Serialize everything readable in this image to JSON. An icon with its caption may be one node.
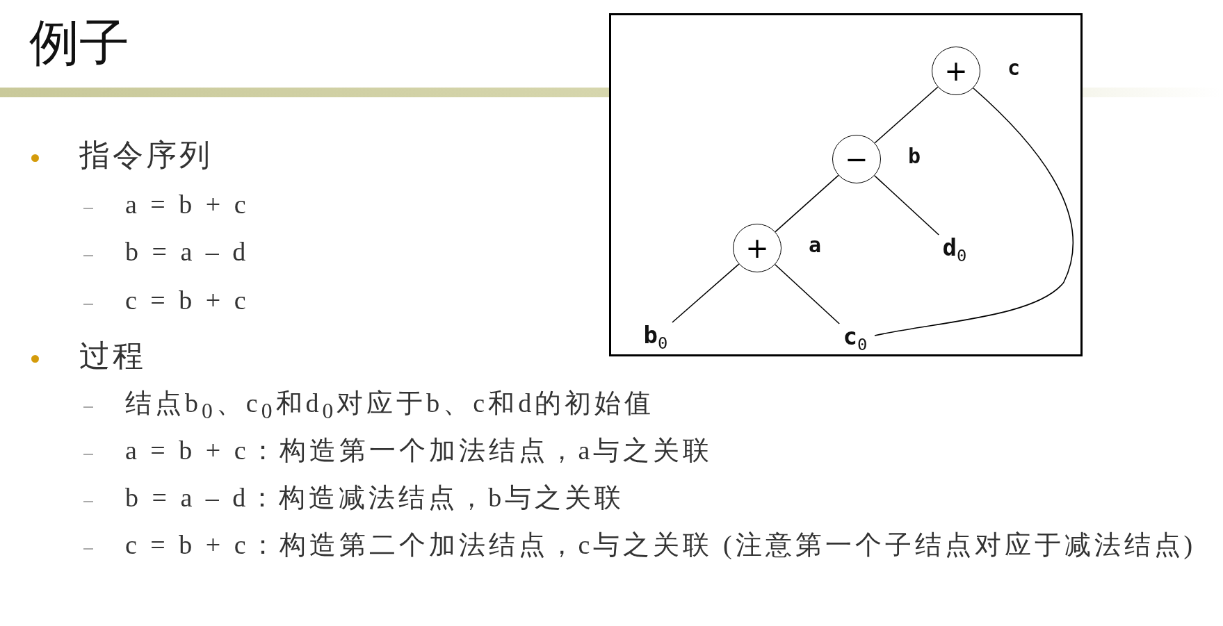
{
  "diagram": {
    "title": "例子",
    "nodes": [
      {
        "text": [
          "+"
        ],
        "beside": [
          "c"
        ]
      },
      {
        "text": [
          "−"
        ],
        "beside": [
          "b"
        ]
      },
      {
        "text": [
          "+"
        ],
        "beside": [
          "a"
        ]
      },
      {
        "text": [
          "d$_{0}$"
        ]
      },
      {
        "text": [
          "b$_{0}$"
        ]
      },
      {
        "text": [
          "c$_{0}$"
        ]
      }
    ],
    "edges": [
      {
        "from": 0,
        "to": 1,
        "arrow": "none"
      },
      {
        "from": 0,
        "to": 5,
        "arrow": "none"
      },
      {
        "from": 1,
        "to": 2,
        "arrow": "none"
      },
      {
        "from": 1,
        "to": 3,
        "arrow": "none"
      },
      {
        "from": 2,
        "to": 4,
        "arrow": "none"
      },
      {
        "from": 2,
        "to": 5,
        "arrow": "none"
      }
    ],
    "labels": [
      "指令序列",
      "a = b + c",
      "b = a – d",
      "c = b + c",
      "过程",
      "结点b$_{0}$、c$_{0}$和d$_{0}$对应于b、c和d的初始值",
      "a = b + c：构造第一个加法结点，a与之关联",
      "b = a – d：构造减法结点，b与之关联",
      "c = b + c：构造第二个加法结点，c与之关联 (注意第一个子结点对应于减法结点)"
    ]
  }
}
